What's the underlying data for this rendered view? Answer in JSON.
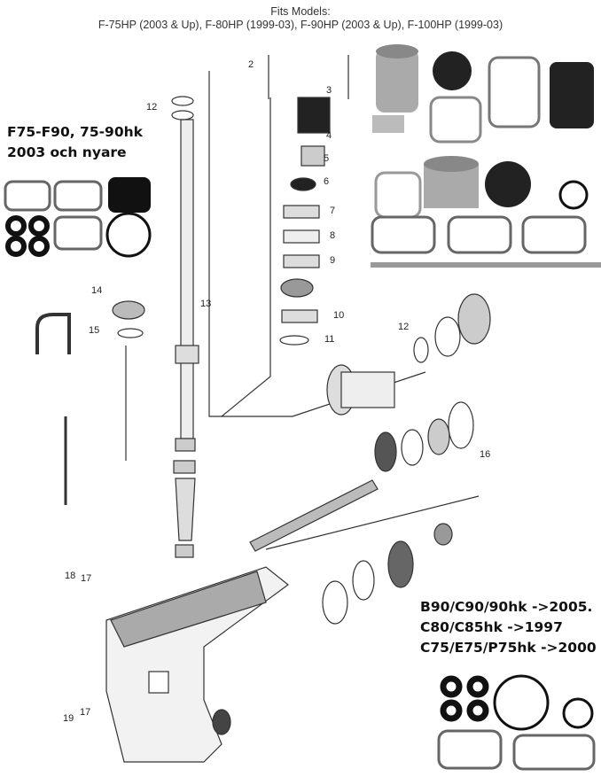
{
  "header": {
    "title": "Fits Models:",
    "models": "F-75HP (2003 & Up), F-80HP (1999-03), F-90HP (2003 & Up), F-100HP (1999-03)"
  },
  "left_kit": {
    "line1": "F75-F90, 75-90hk",
    "line2": "2003 och nyare"
  },
  "right_kit": {
    "line1": "B90/C90/90hk ->2005.",
    "line2": "C80/C85hk ->1997",
    "line3": "C75/E75/P75hk ->2000"
  },
  "callouts": [
    "2",
    "3",
    "4",
    "5",
    "6",
    "7",
    "8",
    "9",
    "10",
    "11",
    "12",
    "13",
    "14",
    "15",
    "12",
    "16",
    "18",
    "17",
    "19",
    "17"
  ]
}
